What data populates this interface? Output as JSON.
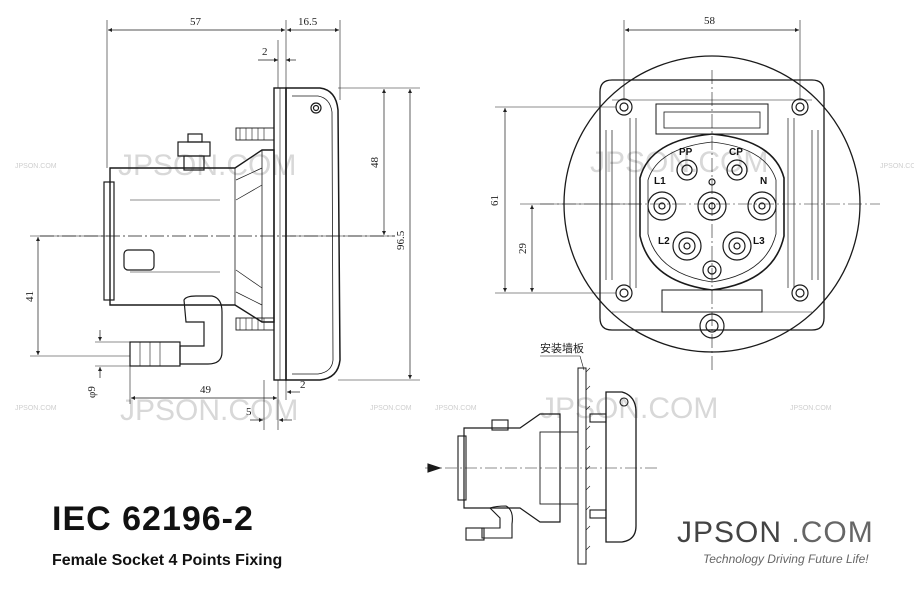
{
  "title": "IEC 62196-2",
  "subtitle": "Female Socket 4 Points Fixing",
  "brand": {
    "name": "JPSON",
    "domain": ".COM",
    "tagline": "Technology Driving Future Life!"
  },
  "watermark": {
    "large": "JPSON.COM",
    "small": "JPSON.COM"
  },
  "side_view_dims": {
    "d57": "57",
    "d16_5": "16.5",
    "d2_top": "2",
    "d48": "48",
    "d96_5": "96.5",
    "d41": "41",
    "d9": "φ9",
    "d49": "49",
    "d2_bottom": "2",
    "d5": "5"
  },
  "front_view_dims": {
    "d58": "58",
    "d61": "61",
    "d29": "29"
  },
  "pins": {
    "pp": "PP",
    "cp": "CP",
    "l1": "L1",
    "n": "N",
    "l2": "L2",
    "l3": "L3"
  },
  "assembly_label": "安装墙板",
  "colors": {
    "line": "#1a1a1a",
    "watermark": "#d8d8d8",
    "tagline": "#666666"
  }
}
